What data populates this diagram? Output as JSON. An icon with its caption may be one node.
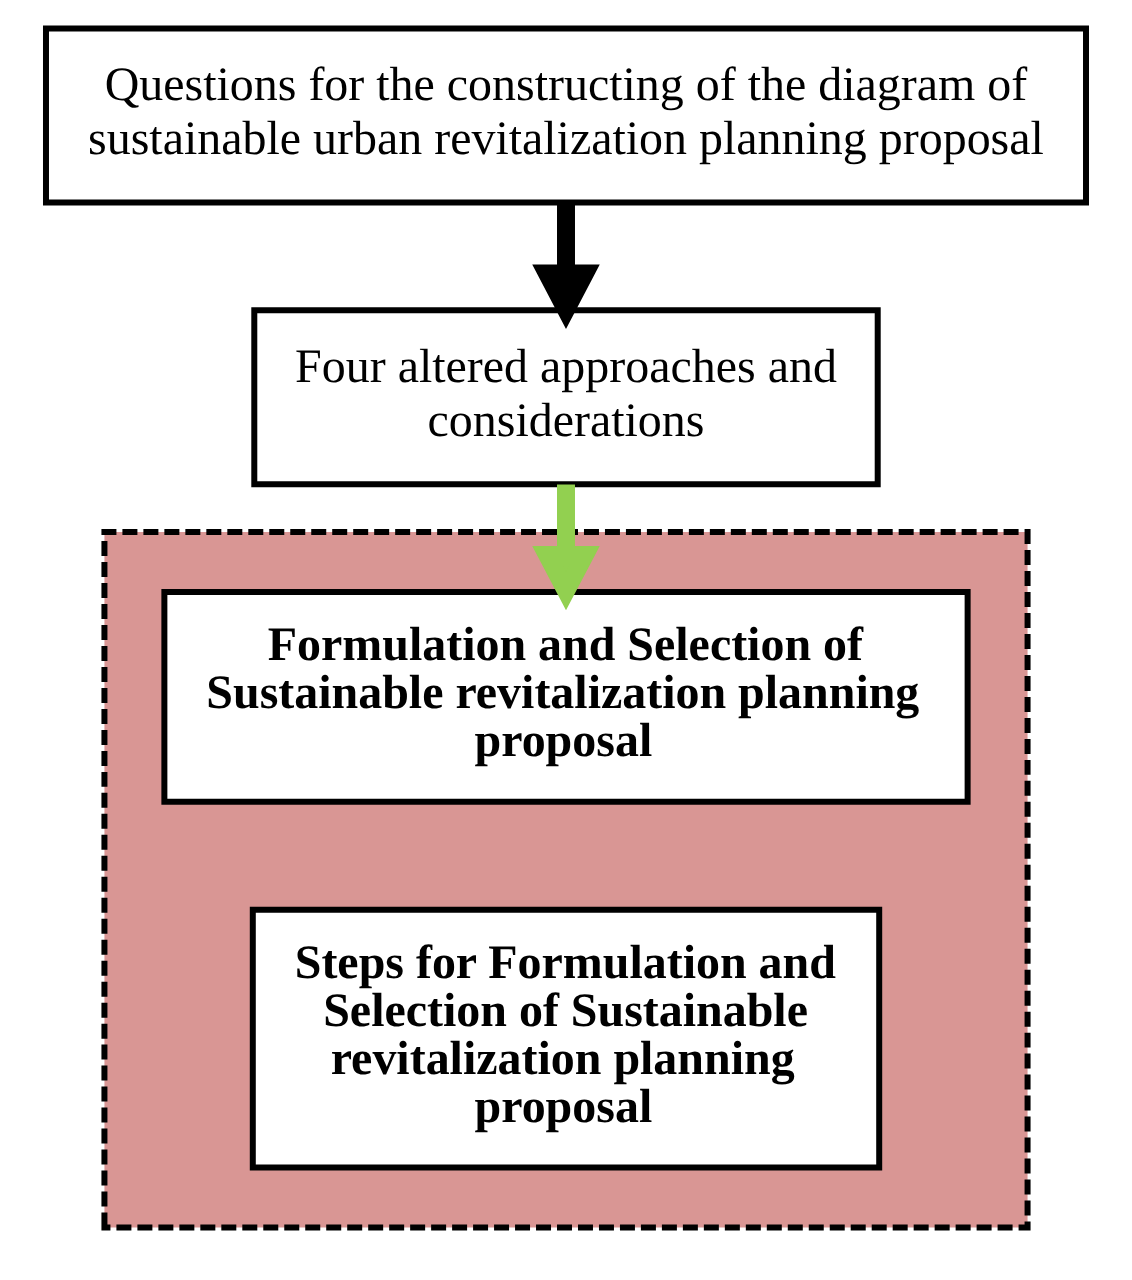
{
  "diagram": {
    "nodes": [
      {
        "text": [
          "Questions for the constructing of the diagram of sustainable urban revitalization planning proposal"
        ]
      },
      {
        "text": [
          "Four altered approaches and considerations"
        ]
      },
      {
        "text": [],
        "shape": "box"
      },
      {
        "text": [
          "Formulation and Selection of Sustainable revitalization planning proposal"
        ],
        "in": 2
      },
      {
        "text": [
          "Steps for Formulation and Selection of Sustainable revitalization planning proposal"
        ],
        "in": 2
      }
    ],
    "edges": [
      {
        "from": 0,
        "to": 1,
        "arrow": "to"
      },
      {
        "from": 1,
        "to": 3,
        "arrow": "to",
        "color": "#92d050"
      }
    ]
  }
}
